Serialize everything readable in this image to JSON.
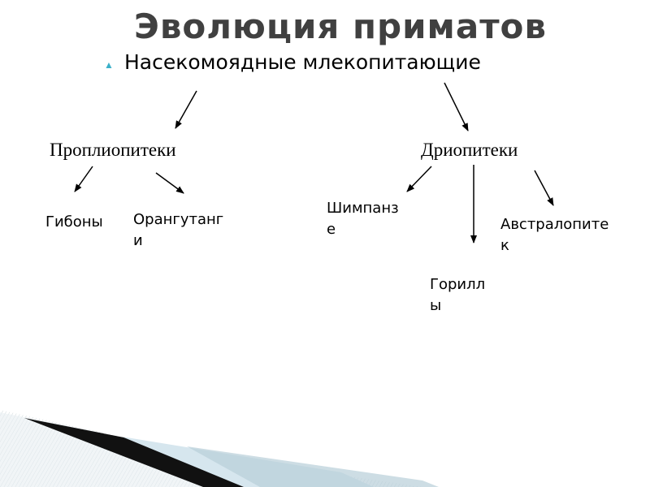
{
  "slide": {
    "title": "Эволюция приматов",
    "bullet_text": "Насекомоядные млекопитающие"
  },
  "nodes": {
    "propliopithecus": "Проплиопитеки",
    "dryopithecus": "Дриопитеки",
    "gibbons": "Гибоны",
    "orangutans_line1": "Орангутанг",
    "orangutans_line2": "и",
    "chimpanzees_line1": "Шимпанз",
    "chimpanzees_line2": "е",
    "gorillas_line1": "Горилл",
    "gorillas_line2": "ы",
    "australopithecus_line1": "Австралопите",
    "australopithecus_line2": "к"
  },
  "colors": {
    "title": "#404040",
    "bullet": "#3bb0c9",
    "accent_band": "#d6e6ee"
  }
}
